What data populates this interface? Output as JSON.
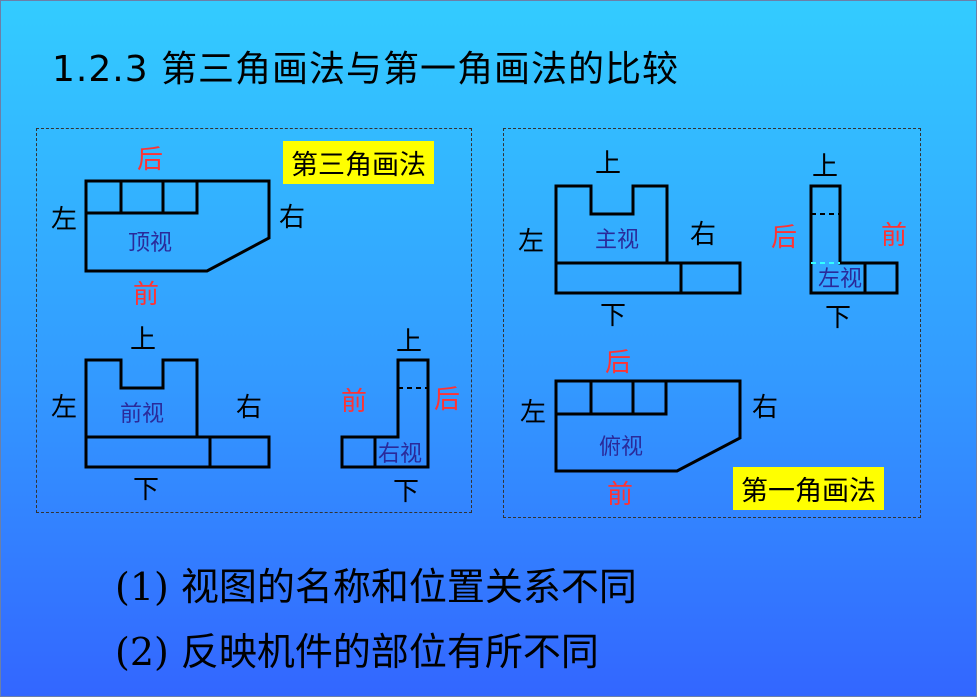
{
  "title": "1.2.3 第三角画法与第一角画法的比较",
  "third_angle": {
    "tag": "第三角画法",
    "top_view": {
      "name": "顶视",
      "back": "后",
      "left": "左",
      "right": "右",
      "front": "前"
    },
    "front_view": {
      "name": "前视",
      "top": "上",
      "left": "左",
      "right": "右",
      "bottom": "下"
    },
    "right_view": {
      "name": "右视",
      "top": "上",
      "front": "前",
      "back": "后",
      "bottom": "下"
    }
  },
  "first_angle": {
    "tag": "第一角画法",
    "front_view": {
      "name": "主视",
      "top": "上",
      "left": "左",
      "right": "右",
      "bottom": "下"
    },
    "left_view": {
      "name": "左视",
      "top": "上",
      "back": "后",
      "front": "前",
      "bottom": "下"
    },
    "top_view": {
      "name": "俯视",
      "back": "后",
      "left": "左",
      "right": "右",
      "front": "前"
    }
  },
  "notes": [
    "(1) 视图的名称和位置关系不同",
    "(2) 反映机件的部位有所不同"
  ],
  "colors": {
    "background_top": "#33ccff",
    "background_bottom": "#3366ff",
    "tag_background": "#ffff00",
    "direction_red": "#ff3333",
    "view_label": "#2a2a9a"
  }
}
